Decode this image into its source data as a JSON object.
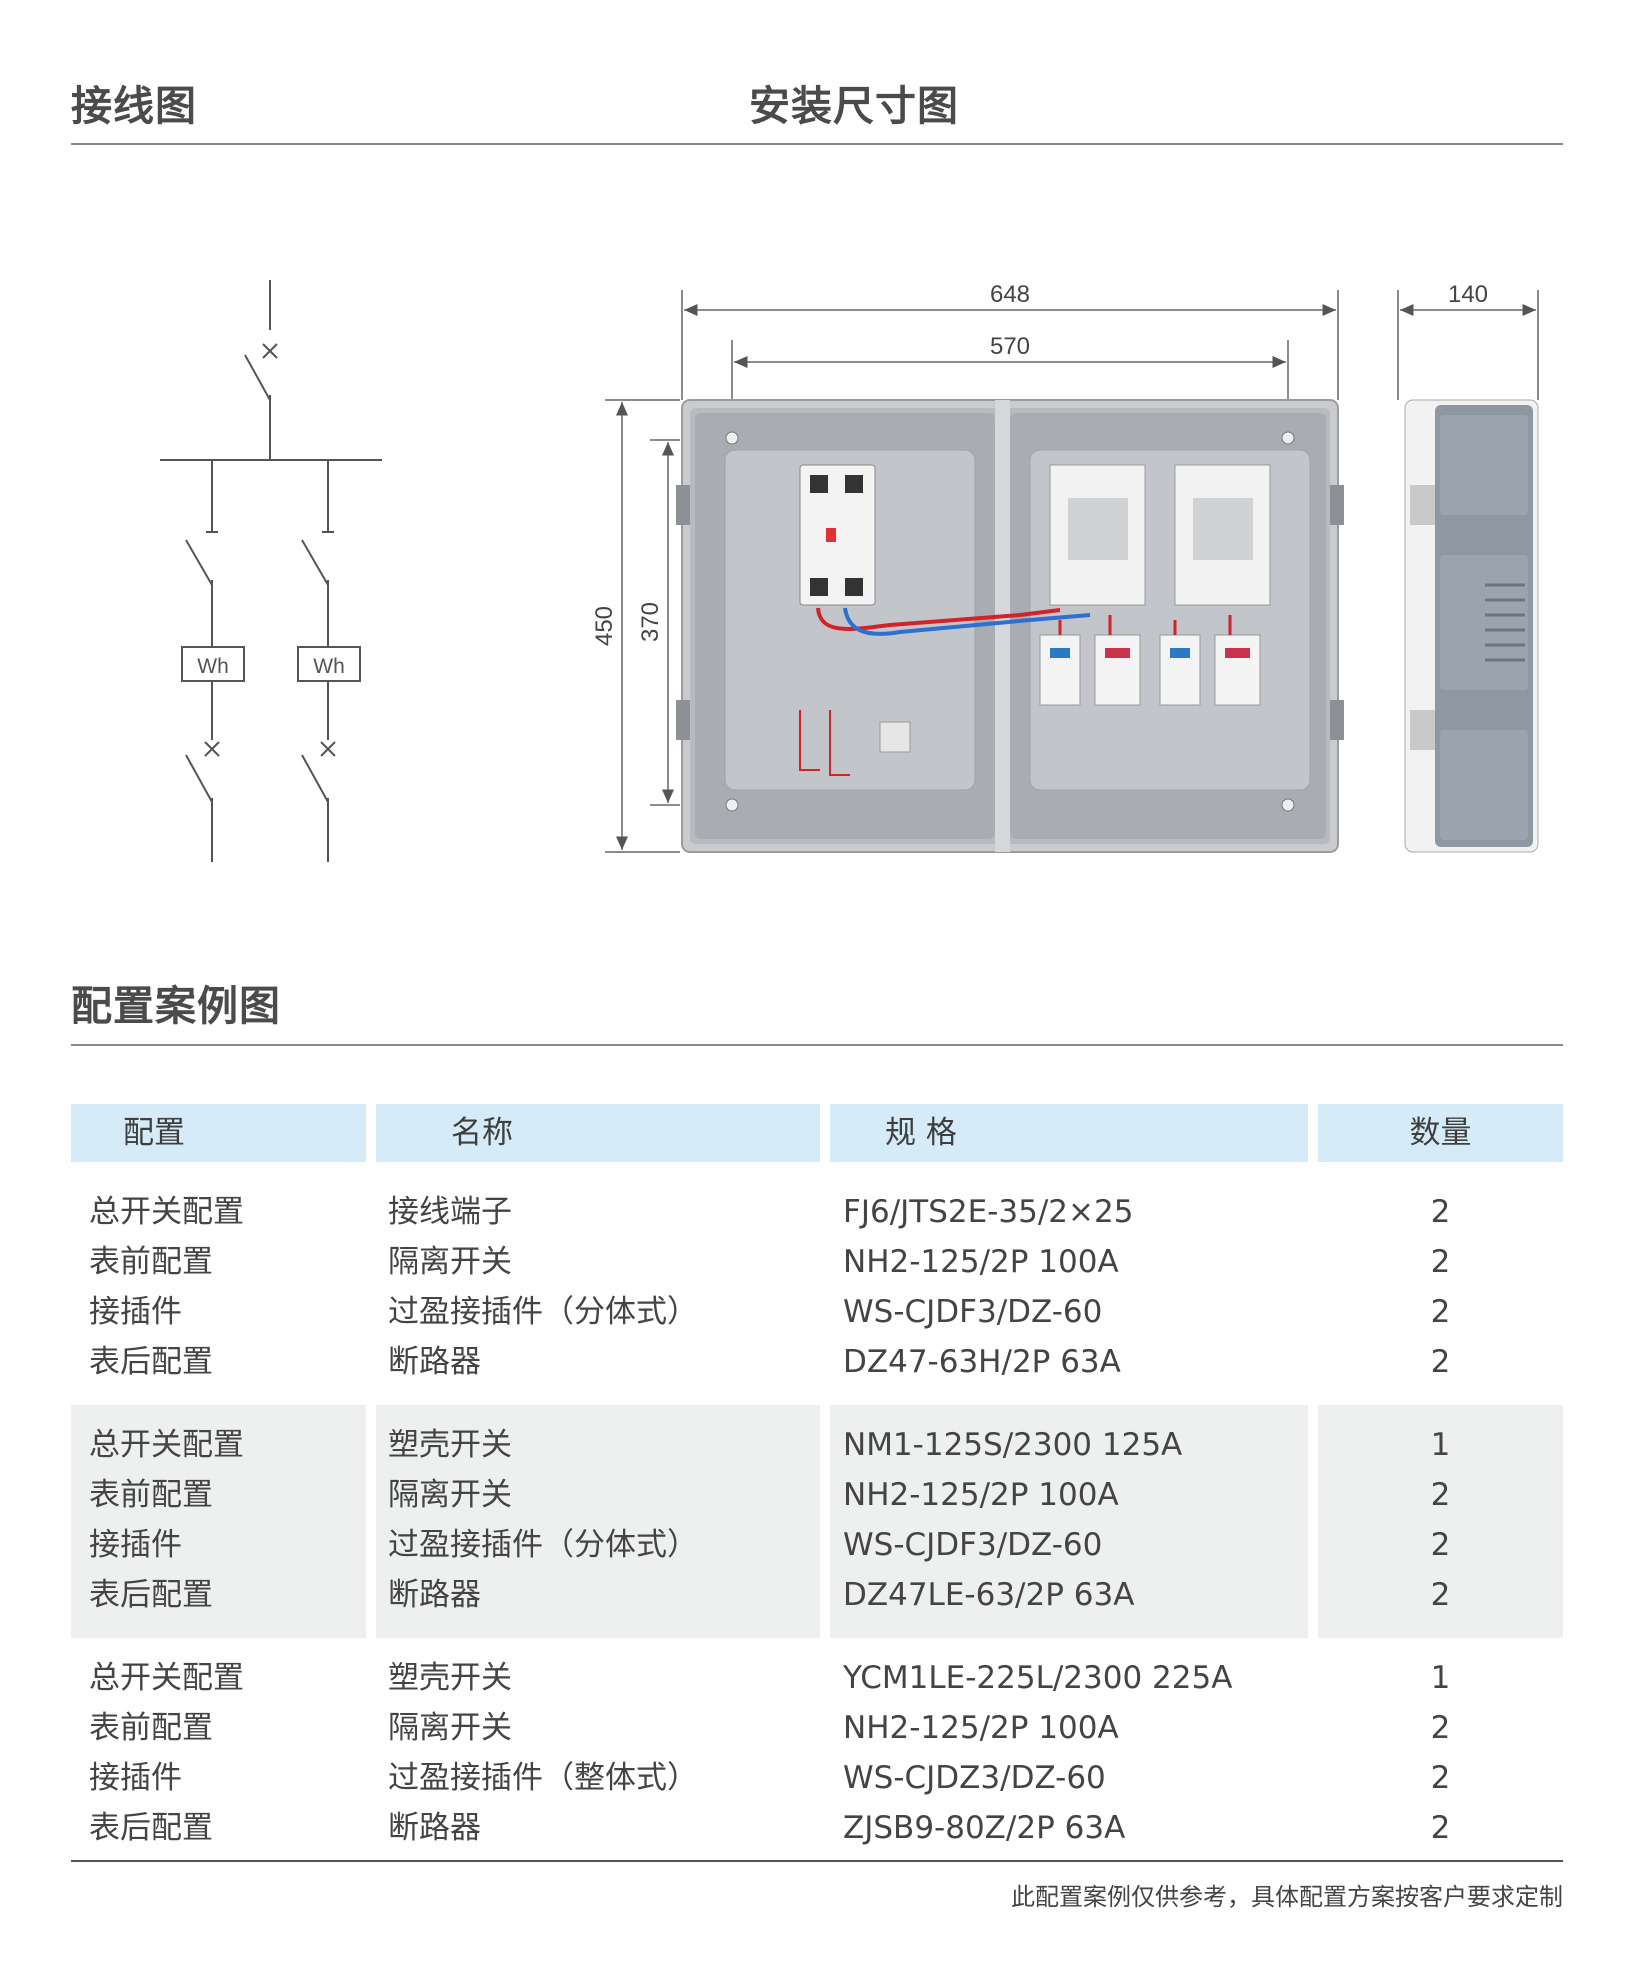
{
  "headings": {
    "wiring": "接线图",
    "install": "安装尺寸图",
    "config": "配置案例图"
  },
  "wiring_diagram": {
    "meter_label": "Wh"
  },
  "dimensions": {
    "overall_width": "648",
    "mount_width": "570",
    "depth": "140",
    "overall_height": "450",
    "mount_height": "370"
  },
  "table": {
    "headers": [
      "配置",
      "名称",
      "规 格",
      "数量"
    ],
    "groups": [
      {
        "rows": [
          {
            "config": "总开关配置",
            "name": "接线端子",
            "spec": "FJ6/JTS2E-35/2×25",
            "qty": "2"
          },
          {
            "config": "表前配置",
            "name": "隔离开关",
            "spec": "NH2-125/2P 100A",
            "qty": "2"
          },
          {
            "config": "接插件",
            "name": "过盈接插件（分体式）",
            "spec": "WS-CJDF3/DZ-60",
            "qty": "2"
          },
          {
            "config": "表后配置",
            "name": "断路器",
            "spec": "DZ47-63H/2P 63A",
            "qty": "2"
          }
        ]
      },
      {
        "rows": [
          {
            "config": "总开关配置",
            "name": "塑壳开关",
            "spec": "NM1-125S/2300 125A",
            "qty": "1"
          },
          {
            "config": "表前配置",
            "name": "隔离开关",
            "spec": "NH2-125/2P 100A",
            "qty": "2"
          },
          {
            "config": "接插件",
            "name": "过盈接插件（分体式）",
            "spec": "WS-CJDF3/DZ-60",
            "qty": "2"
          },
          {
            "config": "表后配置",
            "name": "断路器",
            "spec": "DZ47LE-63/2P 63A",
            "qty": "2"
          }
        ]
      },
      {
        "rows": [
          {
            "config": "总开关配置",
            "name": "塑壳开关",
            "spec": "YCM1LE-225L/2300 225A",
            "qty": "1"
          },
          {
            "config": "表前配置",
            "name": "隔离开关",
            "spec": "NH2-125/2P 100A",
            "qty": "2"
          },
          {
            "config": "接插件",
            "name": "过盈接插件（整体式）",
            "spec": "WS-CJDZ3/DZ-60",
            "qty": "2"
          },
          {
            "config": "表后配置",
            "name": "断路器",
            "spec": "ZJSB9-80Z/2P 63A",
            "qty": "2"
          }
        ]
      }
    ]
  },
  "footnote": "此配置案例仅供参考，具体配置方案按客户要求定制"
}
